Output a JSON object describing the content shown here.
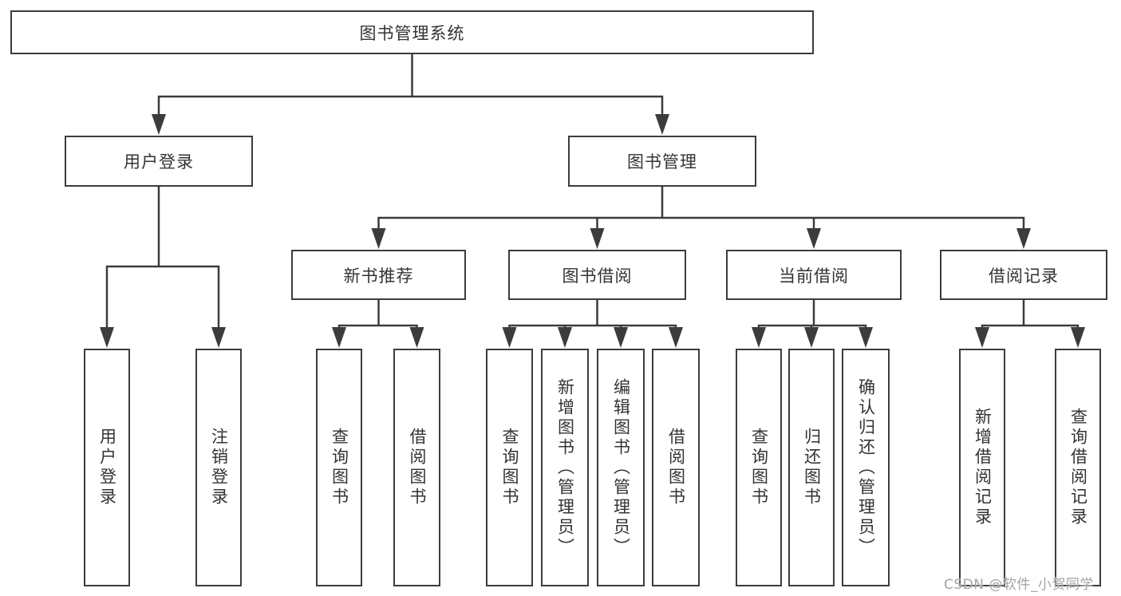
{
  "diagram": {
    "type": "tree",
    "title": "图书管理系统",
    "colors": {
      "line": "#3c3c3c",
      "text": "#333333",
      "background": "#ffffff",
      "watermark": "#a3a3a3"
    },
    "root": {
      "label": "图书管理系统"
    },
    "level2": [
      {
        "label": "用户登录"
      },
      {
        "label": "图书管理"
      }
    ],
    "level3": [
      {
        "label": "新书推荐",
        "parent": "图书管理"
      },
      {
        "label": "图书借阅",
        "parent": "图书管理"
      },
      {
        "label": "当前借阅",
        "parent": "图书管理"
      },
      {
        "label": "借阅记录",
        "parent": "图书管理"
      }
    ],
    "leaves": [
      {
        "label": "用户登录",
        "parent": "用户登录"
      },
      {
        "label": "注销登录",
        "parent": "用户登录"
      },
      {
        "label": "查询图书",
        "parent": "新书推荐"
      },
      {
        "label": "借阅图书",
        "parent": "新书推荐"
      },
      {
        "label": "查询图书",
        "parent": "图书借阅"
      },
      {
        "label": "新增图书（管理员）",
        "parent": "图书借阅"
      },
      {
        "label": "编辑图书（管理员）",
        "parent": "图书借阅"
      },
      {
        "label": "借阅图书",
        "parent": "图书借阅"
      },
      {
        "label": "查询图书",
        "parent": "当前借阅"
      },
      {
        "label": "归还图书",
        "parent": "当前借阅"
      },
      {
        "label": "确认归还（管理员）",
        "parent": "当前借阅"
      },
      {
        "label": "新增借阅记录",
        "parent": "借阅记录"
      },
      {
        "label": "查询借阅记录",
        "parent": "借阅记录"
      }
    ],
    "watermark": "CSDN @软件_小贺同学"
  }
}
